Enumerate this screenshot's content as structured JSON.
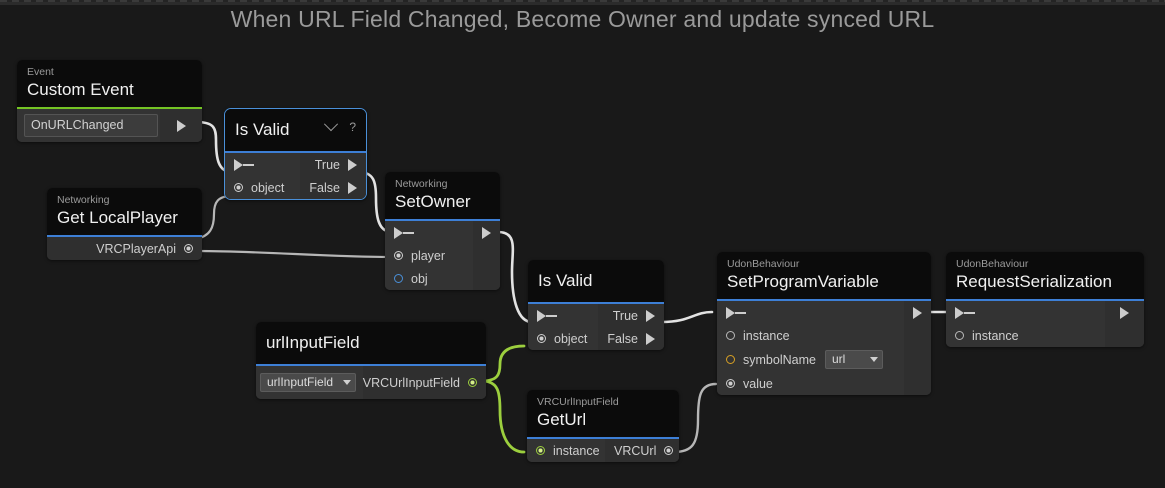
{
  "graph": {
    "title": "When URL Field Changed, Become Owner and update synced URL",
    "background_color": "#191919",
    "accent_color": "#3d7fd6",
    "event_accent_color": "#74c424",
    "selection_color": "#4a90d9",
    "wire_color": "#d9d9d9",
    "data_wire_color": "#a8a8a8",
    "green_wire_color": "#9ccf3e"
  },
  "nodes": [
    {
      "id": "custom-event",
      "category": "Event",
      "title": "Custom Event",
      "accent": "green",
      "selected": false,
      "field": {
        "label": "event-name-field",
        "value": "OnURLChanged"
      },
      "outputs": [
        {
          "name": "flow-out",
          "label": "",
          "type": "flow"
        }
      ]
    },
    {
      "id": "is-valid-1",
      "category": "",
      "title": "Is Valid",
      "accent": "blue",
      "selected": true,
      "header_icons": [
        "chevron-down-icon",
        "help-icon"
      ],
      "help_glyph": "?",
      "inputs": [
        {
          "name": "flow-in",
          "label": "",
          "type": "flow"
        },
        {
          "name": "object",
          "label": "object",
          "type": "filled"
        }
      ],
      "outputs": [
        {
          "name": "true",
          "label": "True",
          "type": "flow"
        },
        {
          "name": "false",
          "label": "False",
          "type": "flow"
        }
      ]
    },
    {
      "id": "get-localplayer",
      "category": "Networking",
      "title": "Get LocalPlayer",
      "accent": "blue",
      "selected": false,
      "outputs": [
        {
          "name": "vrcplayerapi",
          "label": "VRCPlayerApi",
          "type": "filled"
        }
      ]
    },
    {
      "id": "set-owner",
      "category": "Networking",
      "title": "SetOwner",
      "accent": "blue",
      "selected": false,
      "inputs": [
        {
          "name": "flow-in",
          "label": "",
          "type": "flow"
        },
        {
          "name": "player",
          "label": "player",
          "type": "filled"
        },
        {
          "name": "obj",
          "label": "obj",
          "type": "hollow"
        }
      ],
      "outputs": [
        {
          "name": "flow-out",
          "label": "",
          "type": "flow"
        }
      ]
    },
    {
      "id": "is-valid-2",
      "category": "",
      "title": "Is Valid",
      "accent": "blue",
      "selected": false,
      "inputs": [
        {
          "name": "flow-in",
          "label": "",
          "type": "flow"
        },
        {
          "name": "object",
          "label": "object",
          "type": "filled"
        }
      ],
      "outputs": [
        {
          "name": "true",
          "label": "True",
          "type": "flow"
        },
        {
          "name": "false",
          "label": "False",
          "type": "flow"
        }
      ]
    },
    {
      "id": "url-input-field",
      "category": "",
      "title": "urlInputField",
      "accent": "blue",
      "selected": false,
      "dropdown": {
        "name": "variable-dropdown",
        "value": "urlInputField"
      },
      "outputs": [
        {
          "name": "vrcurlinputfield",
          "label": "VRCUrlInputField",
          "type": "green"
        }
      ]
    },
    {
      "id": "get-url",
      "category": "VRCUrlInputField",
      "title": "GetUrl",
      "accent": "blue",
      "selected": false,
      "inputs": [
        {
          "name": "instance",
          "label": "instance",
          "type": "green"
        }
      ],
      "outputs": [
        {
          "name": "vrcurl",
          "label": "VRCUrl",
          "type": "filled"
        }
      ]
    },
    {
      "id": "set-program-variable",
      "category": "UdonBehaviour",
      "title": "SetProgramVariable",
      "accent": "blue",
      "selected": false,
      "inputs": [
        {
          "name": "flow-in",
          "label": "",
          "type": "flow"
        },
        {
          "name": "instance",
          "label": "instance",
          "type": "hollow-gray"
        },
        {
          "name": "symbolName",
          "label": "symbolName",
          "type": "gold"
        },
        {
          "name": "value",
          "label": "value",
          "type": "filled"
        }
      ],
      "dropdown": {
        "name": "symbol-name-dropdown",
        "value": "url"
      },
      "outputs": [
        {
          "name": "flow-out",
          "label": "",
          "type": "flow"
        }
      ]
    },
    {
      "id": "request-serialization",
      "category": "UdonBehaviour",
      "title": "RequestSerialization",
      "accent": "blue",
      "selected": false,
      "inputs": [
        {
          "name": "flow-in",
          "label": "",
          "type": "flow"
        },
        {
          "name": "instance",
          "label": "instance",
          "type": "hollow-gray"
        }
      ],
      "outputs": [
        {
          "name": "flow-out",
          "label": "",
          "type": "flow"
        }
      ]
    }
  ]
}
